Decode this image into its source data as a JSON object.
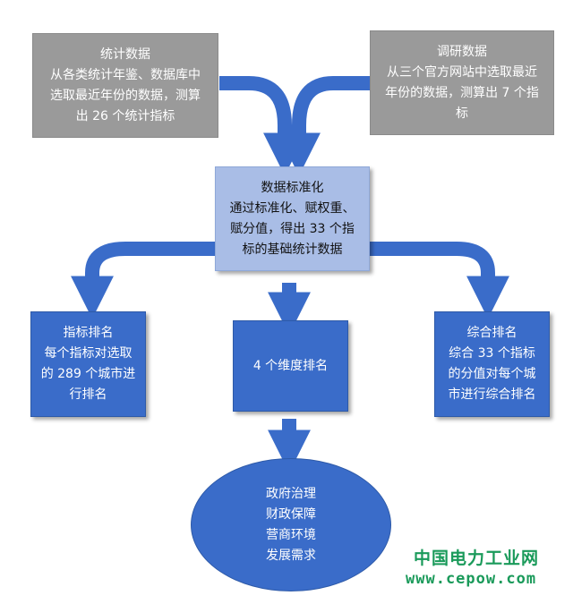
{
  "stats_box": {
    "lines": [
      "统计数据",
      "从各类统计年鉴、数据库中",
      "选取最近年份的数据，测算",
      "出 26 个统计指标"
    ]
  },
  "survey_box": {
    "lines": [
      "调研数据",
      "从三个官方网站中选取最近",
      "年份的数据，测算出 7 个指",
      "标"
    ]
  },
  "standardize_box": {
    "lines": [
      "数据标准化",
      "通过标准化、赋权重、",
      "赋分值，得出 33 个指",
      "标的基础统计数据"
    ]
  },
  "indicator_rank_box": {
    "lines": [
      "指标排名",
      "每个指标对选取",
      "的 289 个城市进",
      "行排名"
    ]
  },
  "dimension_rank_box": {
    "lines": [
      "4 个维度排名"
    ]
  },
  "overall_rank_box": {
    "lines": [
      "综合排名",
      "综合 33 个指标",
      "的分值对每个城",
      "市进行综合排名"
    ]
  },
  "dimensions_ellipse": {
    "lines": [
      "政府治理",
      "财政保障",
      "营商环境",
      "发展需求"
    ]
  },
  "watermark": {
    "name": "中国电力工业网",
    "url": "www.cepow.com"
  },
  "colors": {
    "arrow": "#3a6cc9",
    "grey_box": "#9a9a9a",
    "standardize_box": "#a9bde6",
    "blue_box": "#3a6cc9",
    "watermark": "#1a9a5a"
  }
}
